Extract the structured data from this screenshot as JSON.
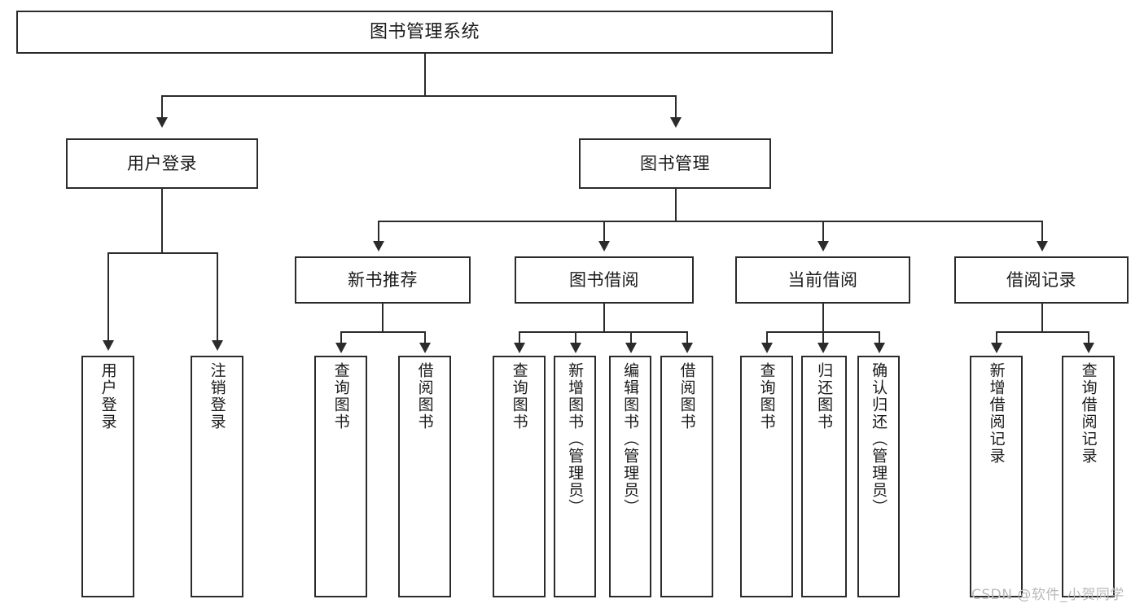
{
  "diagram": {
    "type": "tree",
    "title": "图书管理系统",
    "watermark": "CSDN @软件_小贺同学",
    "colors": {
      "box_border": "#2b2b2b",
      "box_fill": "#ffffff",
      "line": "#2b2b2b",
      "text": "#1a1a1a",
      "watermark": "#b9b9b9",
      "background": "#ffffff"
    },
    "nodes": {
      "root": {
        "label": "图书管理系统"
      },
      "level2": [
        {
          "label": "用户登录"
        },
        {
          "label": "图书管理"
        }
      ],
      "level3": [
        {
          "label": "新书推荐"
        },
        {
          "label": "图书借阅"
        },
        {
          "label": "当前借阅"
        },
        {
          "label": "借阅记录"
        }
      ],
      "leaves": {
        "user_login": [
          {
            "label": "用户登录"
          },
          {
            "label": "注销登录"
          }
        ],
        "new_book_recommend": [
          {
            "label": "查询图书"
          },
          {
            "label": "借阅图书"
          }
        ],
        "book_borrow": [
          {
            "label": "查询图书"
          },
          {
            "label": "新增图书（管理员）"
          },
          {
            "label": "编辑图书（管理员）"
          },
          {
            "label": "借阅图书"
          }
        ],
        "current_borrow": [
          {
            "label": "查询图书"
          },
          {
            "label": "归还图书"
          },
          {
            "label": "确认归还（管理员）"
          }
        ],
        "borrow_record": [
          {
            "label": "新增借阅记录"
          },
          {
            "label": "查询借阅记录"
          }
        ]
      }
    }
  }
}
